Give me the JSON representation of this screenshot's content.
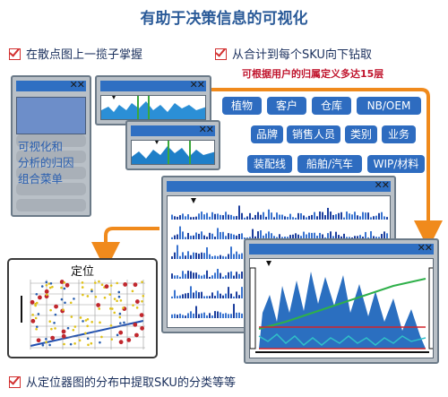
{
  "title": "有助于决策信息的可视化",
  "bullets": {
    "scatter": "在散点图上一揽子掌握",
    "drill": "从合计到每个SKU向下钻取",
    "drill_note": "可根据用户的归属定义多达15层",
    "locator": "从定位器图的分布中提取SKU的分类等等"
  },
  "menu_labels": [
    "可视化和",
    "分析的归因",
    "组合菜单"
  ],
  "tags": [
    [
      "植物",
      "客户",
      "仓库",
      "NB/OEM"
    ],
    [
      "品牌",
      "销售人员",
      "类别",
      "业务"
    ],
    [
      "装配线",
      "船舶/汽车",
      "WIP/材料"
    ]
  ],
  "close_glyph": "✕✕",
  "locator_title": "定位",
  "colors": {
    "title": "#2a5a98",
    "accent_blue": "#2e6cc0",
    "arrow_orange": "#f08a1c",
    "check_red": "#d23030"
  }
}
